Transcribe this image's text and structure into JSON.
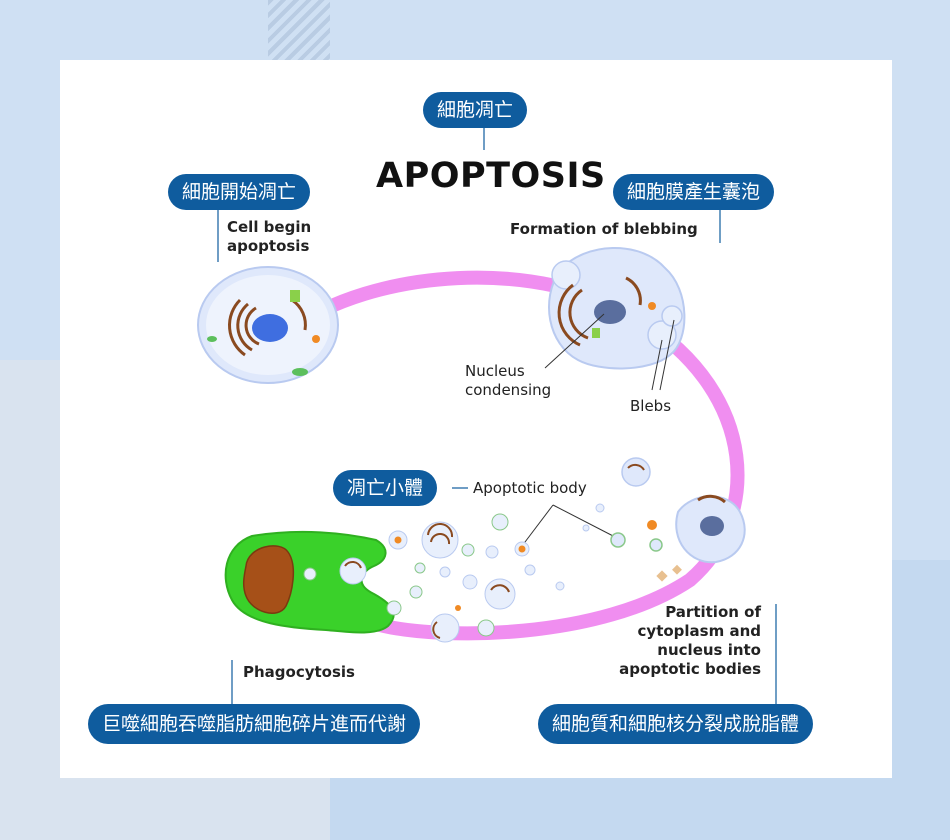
{
  "title": "APOPTOSIS",
  "pills": {
    "top": "細胞凋亡",
    "begin": "細胞開始凋亡",
    "blebbing": "細胞膜產生囊泡",
    "body": "凋亡小體",
    "phago": "巨噬細胞吞噬脂肪細胞碎片進而代謝",
    "partition": "細胞質和細胞核分裂成脫脂體"
  },
  "labels": {
    "begin_line1": "Cell begin",
    "begin_line2": "apoptosis",
    "blebbing": "Formation of blebbing",
    "nucleus_line1": "Nucleus",
    "nucleus_line2": "condensing",
    "blebs": "Blebs",
    "apoptotic_body": "Apoptotic body",
    "phagocytosis": "Phagocytosis",
    "partition_line1": "Partition of",
    "partition_line2": "cytoplasm and",
    "partition_line3": "nucleus into",
    "partition_line4": "apoptotic bodies"
  },
  "colors": {
    "pill": "#0f5c9e",
    "arc": "#ee82ee",
    "cell": "#dfe8fb",
    "nucleus": "#3f6ee0",
    "macrophage": "#3ad12a",
    "macrophage_nucleus": "#a65018"
  }
}
